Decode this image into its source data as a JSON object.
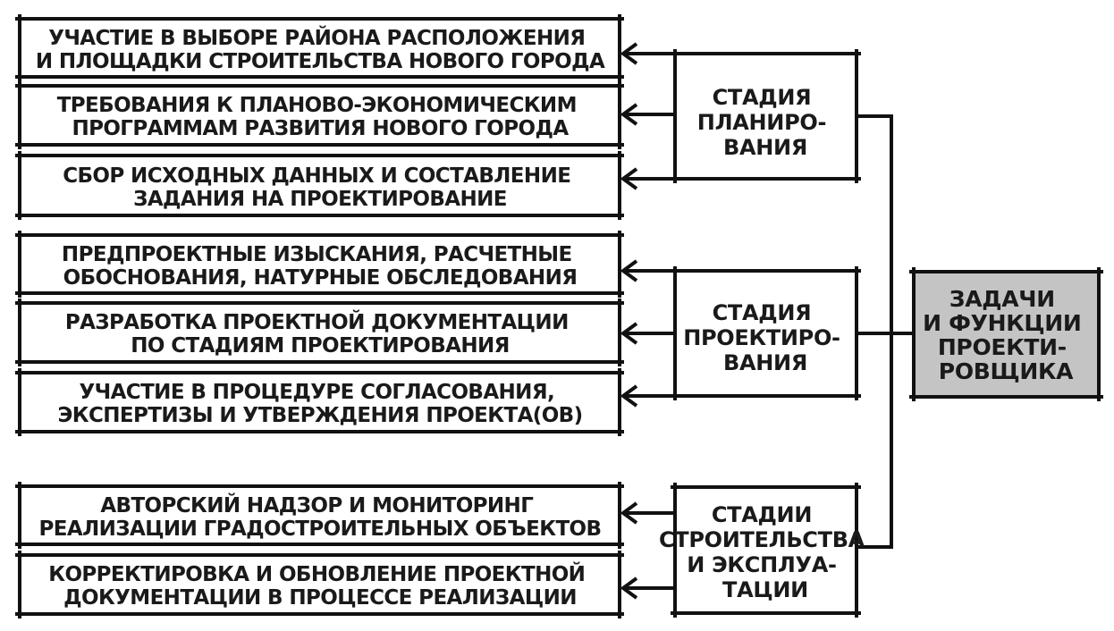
{
  "diagram": {
    "center": {
      "lines": [
        "ЗАДАЧИ",
        "И ФУНКЦИИ",
        "ПРОЕКТИ-",
        "РОВЩИКА"
      ],
      "fill": "#c4c4c4"
    },
    "stages": [
      {
        "lines": [
          "СТАДИЯ",
          "ПЛАНИРО-",
          "ВАНИЯ"
        ],
        "tasks": [
          {
            "lines": [
              "УЧАСТИЕ В ВЫБОРЕ РАЙОНА РАСПОЛОЖЕНИЯ",
              "И ПЛОЩАДКИ СТРОИТЕЛЬСТВА НОВОГО ГОРОДА"
            ]
          },
          {
            "lines": [
              "ТРЕБОВАНИЯ К ПЛАНОВО-ЭКОНОМИЧЕСКИМ",
              "ПРОГРАММАМ РАЗВИТИЯ НОВОГО ГОРОДА"
            ]
          },
          {
            "lines": [
              "СБОР ИСХОДНЫХ ДАННЫХ И СОСТАВЛЕНИЕ",
              "ЗАДАНИЯ НА ПРОЕКТИРОВАНИЕ"
            ]
          }
        ]
      },
      {
        "lines": [
          "СТАДИЯ",
          "ПРОЕКТИРО-",
          "ВАНИЯ"
        ],
        "tasks": [
          {
            "lines": [
              "ПРЕДПРОЕКТНЫЕ ИЗЫСКАНИЯ, РАСЧЕТНЫЕ",
              "ОБОСНОВАНИЯ, НАТУРНЫЕ ОБСЛЕДОВАНИЯ"
            ]
          },
          {
            "lines": [
              "РАЗРАБОТКА ПРОЕКТНОЙ ДОКУМЕНТАЦИИ",
              "ПО СТАДИЯМ ПРОЕКТИРОВАНИЯ"
            ]
          },
          {
            "lines": [
              "УЧАСТИЕ В ПРОЦЕДУРЕ СОГЛАСОВАНИЯ,",
              "ЭКСПЕРТИЗЫ И УТВЕРЖДЕНИЯ ПРОЕКТА(ОВ)"
            ]
          }
        ]
      },
      {
        "lines": [
          "СТАДИИ",
          "СТРОИТЕЛЬСТВА",
          "И ЭКСПЛУА-",
          "ТАЦИИ"
        ],
        "tasks": [
          {
            "lines": [
              "АВТОРСКИЙ НАДЗОР И МОНИТОРИНГ",
              "РЕАЛИЗАЦИИ ГРАДОСТРОИТЕЛЬНЫХ ОБЪЕКТОВ"
            ]
          },
          {
            "lines": [
              "КОРРЕКТИРОВКА И ОБНОВЛЕНИЕ ПРОЕКТНОЙ",
              "ДОКУМЕНТАЦИИ В ПРОЦЕССЕ РЕАЛИЗАЦИИ"
            ]
          }
        ]
      }
    ]
  }
}
